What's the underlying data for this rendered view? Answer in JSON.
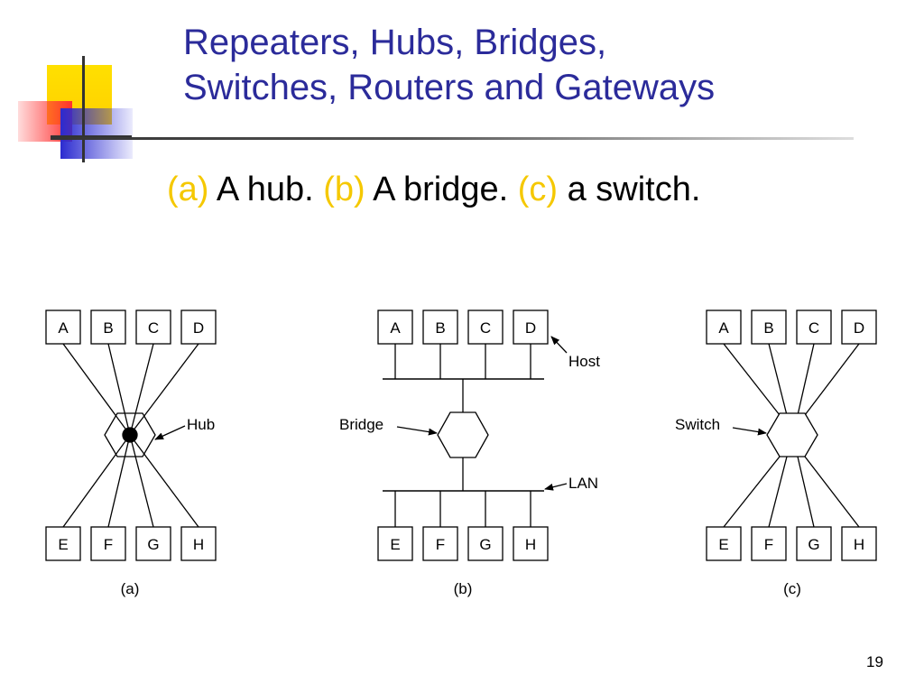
{
  "title": {
    "line1": "Repeaters, Hubs, Bridges,",
    "line2": "Switches, Routers and Gateways"
  },
  "subtitle": {
    "a_tag": "(a)",
    "a_text": " A hub.  ",
    "b_tag": "(b)",
    "b_text": " A bridge.  ",
    "c_tag": "(c)",
    "c_text": " a switch."
  },
  "diagram": {
    "top_hosts": [
      "A",
      "B",
      "C",
      "D"
    ],
    "bottom_hosts": [
      "E",
      "F",
      "G",
      "H"
    ],
    "hub_label": "Hub",
    "bridge_label": "Bridge",
    "host_label": "Host",
    "lan_label": "LAN",
    "switch_label": "Switch",
    "caption_a": "(a)",
    "caption_b": "(b)",
    "caption_c": "(c)"
  },
  "page_number": "19",
  "colors": {
    "title": "#2b2b9a",
    "accent": "#f5c800"
  }
}
